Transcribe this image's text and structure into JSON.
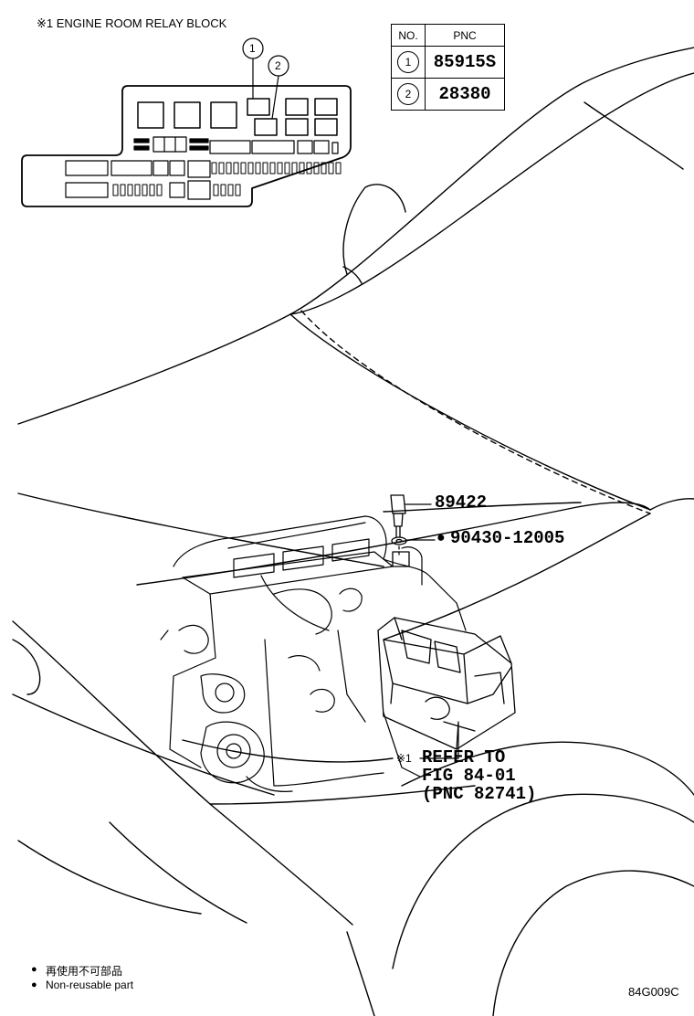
{
  "relay_block": {
    "title": "※1 ENGINE ROOM RELAY BLOCK",
    "callouts": [
      "1",
      "2"
    ]
  },
  "pnc_table": {
    "header_no": "NO.",
    "header_pnc": "PNC",
    "rows": [
      {
        "no": "1",
        "pnc": "85915S"
      },
      {
        "no": "2",
        "pnc": "28380"
      }
    ]
  },
  "parts": {
    "sensor": "89422",
    "gasket_mark": "●",
    "gasket": "90430-12005",
    "refer_mark": "※1",
    "refer_line1": "REFER TO",
    "refer_line2": "FIG 84-01",
    "refer_line3": "(PNC 82741)"
  },
  "legend": {
    "jp_bullet": "●",
    "jp_text": "再使用不可部品",
    "en_bullet": "●",
    "en_text": "Non-reusable part"
  },
  "figure_code": "84G009C"
}
